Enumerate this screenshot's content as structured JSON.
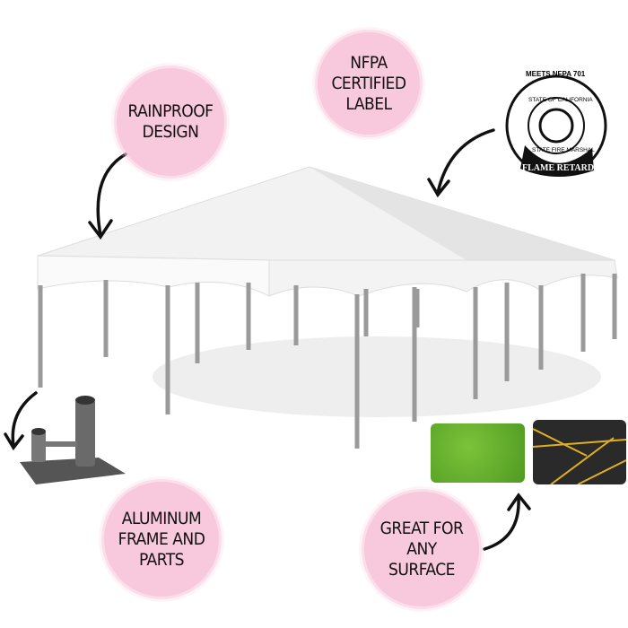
{
  "callouts": {
    "rainproof": "RAINPROOF\nDESIGN",
    "nfpa": "NFPA\nCERTIFIED\nLABEL",
    "aluminum": "ALUMINUM\nFRAME AND\nPARTS",
    "surface": "GREAT FOR\nANY\nSURFACE"
  },
  "seal": {
    "top_text": "MEETS NFPA 701",
    "ring_top": "STATE OF CALIFORNIA",
    "ring_bottom": "STATE FIRE MARSHAL",
    "banner": "FLAME RETARDANT"
  },
  "colors": {
    "bubble": "#f8c8dc",
    "grass": "#5fae2e",
    "asphalt": "#2a2a2a",
    "line": "#e0b020"
  }
}
